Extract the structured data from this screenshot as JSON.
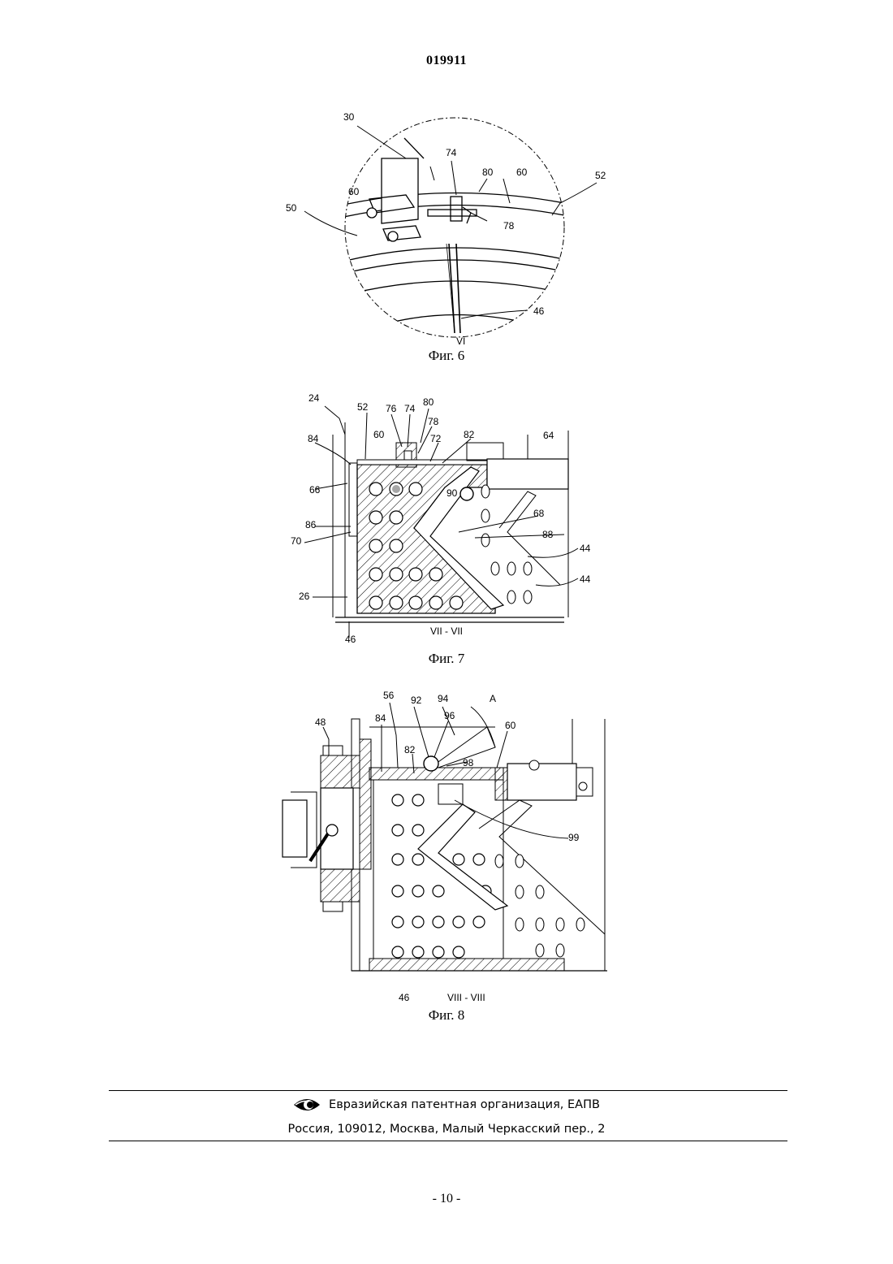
{
  "header": {
    "doc_number": "019911"
  },
  "figures": [
    {
      "caption": "Фиг. 6",
      "section": "VI",
      "refs": {
        "r30": "30",
        "r74": "74",
        "r80": "80",
        "r60a": "60",
        "r52": "52",
        "r60b": "60",
        "r50": "50",
        "r78": "78",
        "r46": "46"
      }
    },
    {
      "caption": "Фиг. 7",
      "section": "VII - VII",
      "refs": {
        "r24": "24",
        "r52": "52",
        "r76": "76",
        "r74": "74",
        "r80": "80",
        "r78": "78",
        "r60": "60",
        "r72": "72",
        "r82": "82",
        "r64": "64",
        "r84": "84",
        "r66": "66",
        "r90": "90",
        "r68": "68",
        "r86": "86",
        "r88": "88",
        "r70": "70",
        "r44a": "44",
        "r44b": "44",
        "r26": "26",
        "r46": "46"
      }
    },
    {
      "caption": "Фиг. 8",
      "section": "VIII - VIII",
      "refs": {
        "r56": "56",
        "r92": "92",
        "r94": "94",
        "rA": "A",
        "r48": "48",
        "r84": "84",
        "r96": "96",
        "r60": "60",
        "r82": "82",
        "r98": "98",
        "r99": "99",
        "r46": "46"
      }
    }
  ],
  "footer": {
    "org": "Евразийская патентная организация, ЕАПВ",
    "address": "Россия, 109012, Москва, Малый Черкасский пер., 2",
    "logo_icon": "eapo-eye-logo-icon"
  },
  "page_number": "- 10 -"
}
